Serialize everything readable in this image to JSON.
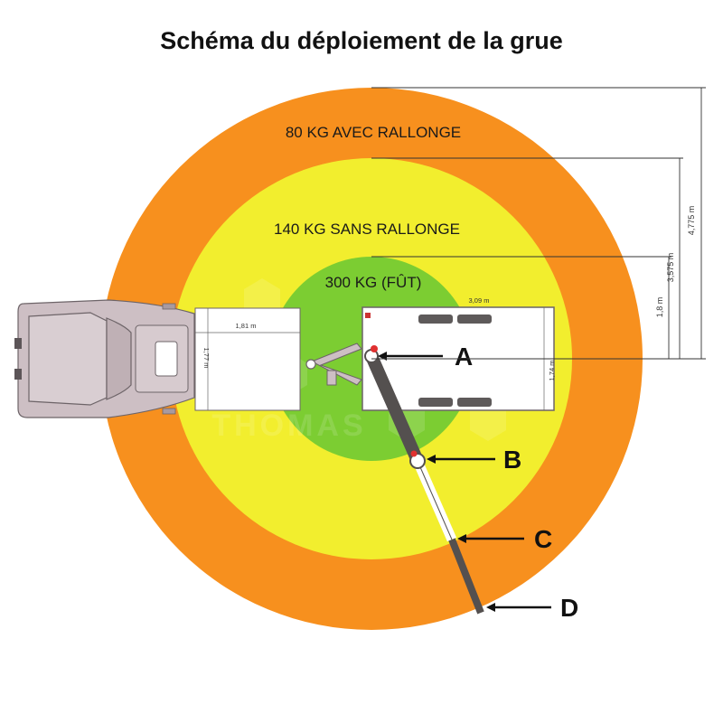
{
  "title": "Schéma du déploiement de la grue",
  "zones": {
    "outer": "80 KG AVEC RALLONGE",
    "middle": "140 KG SANS RALLONGE",
    "inner": "300 KG (FÛT)"
  },
  "dimensions": {
    "radius_outer": "4,775 m",
    "radius_middle": "3,575 m",
    "radius_inner": "1,8 m",
    "trailer_length": "3,09 m",
    "trailer_width": "1,74 m",
    "car_width": "1,81 m",
    "car_height": "1,77 m"
  },
  "markers": {
    "a": "A",
    "b": "B",
    "c": "C",
    "d": "D"
  },
  "watermark": "THOMAS",
  "colors": {
    "outer": "#f7901e",
    "middle": "#f2ee2e",
    "inner": "#7ccd32",
    "vehicle": "#cdbfc4",
    "boom": "#54504f"
  }
}
